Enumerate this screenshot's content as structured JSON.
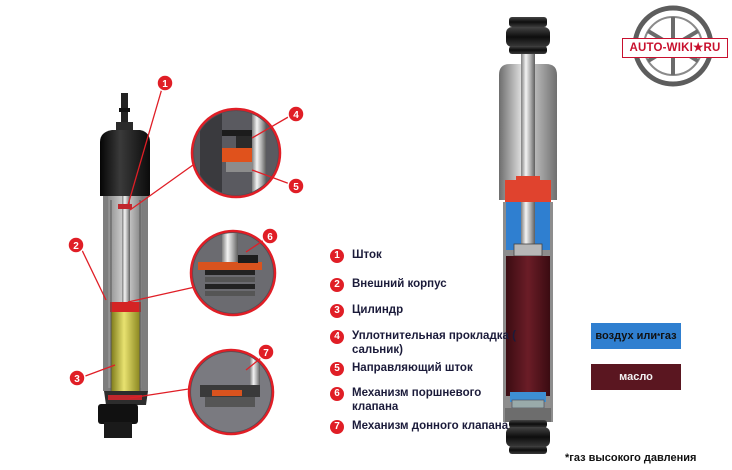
{
  "logo": {
    "text": "AUTO-WIKI★RU"
  },
  "legend": [
    {
      "num": "1",
      "label": "Шток"
    },
    {
      "num": "2",
      "label": "Внешний корпус"
    },
    {
      "num": "3",
      "label": "Цилиндр"
    },
    {
      "num": "4",
      "label": "Уплотнительная прокладка ( сальник)"
    },
    {
      "num": "5",
      "label": "Направляющий шток"
    },
    {
      "num": "6",
      "label": "Механизм поршневого клапана"
    },
    {
      "num": "7",
      "label": "Механизм донного клапана"
    }
  ],
  "media": {
    "gas": {
      "text": "воздух или",
      "sup": "*",
      "suffix": "газ",
      "color": "#2f7fd0"
    },
    "oil": {
      "text": "масло",
      "color": "#5a1620"
    }
  },
  "footnote": {
    "star": "*",
    "text": "газ высокого давления"
  },
  "colors": {
    "accent": "#e01e26",
    "oil": "#5a1620",
    "gas": "#2f7fd0",
    "body": "#1c1c1c",
    "cylinder_fill": "#c8c23a"
  }
}
